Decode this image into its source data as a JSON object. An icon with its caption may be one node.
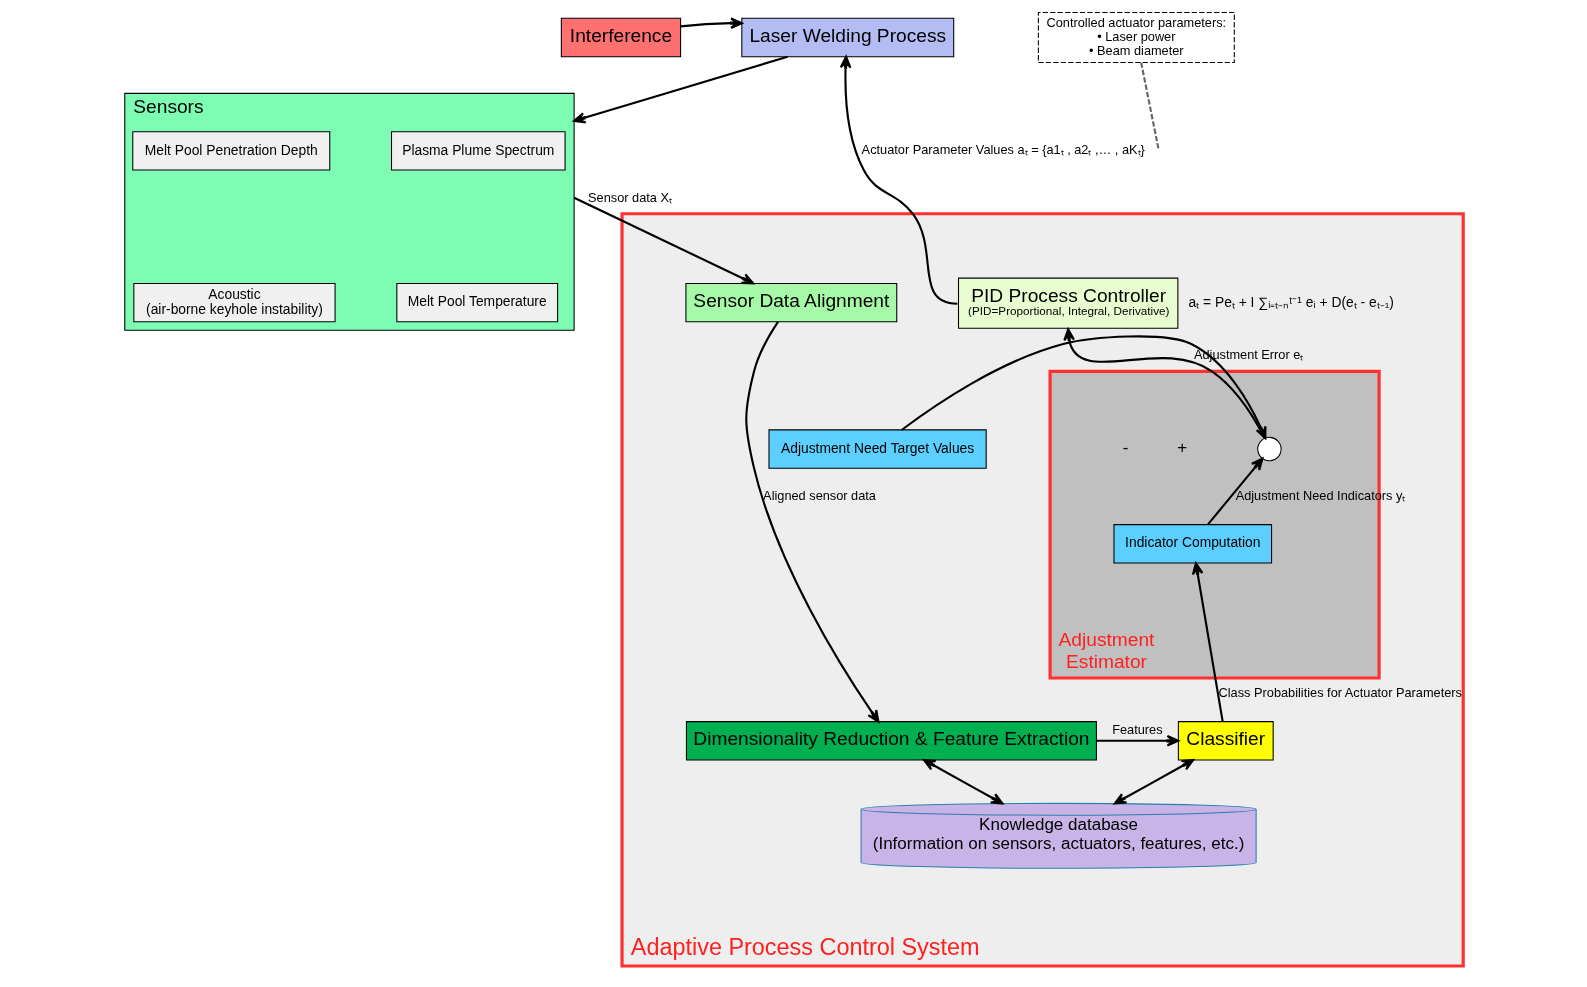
{
  "diagram": {
    "nodes": [
      {
        "text": [
          "Interference"
        ]
      },
      {
        "text": [
          "Laser Welding Process"
        ]
      },
      {
        "text": [
          "Sensors"
        ]
      },
      {
        "text": [
          "Plasma Plume Spectrum"
        ],
        "in": 2
      },
      {
        "text": [
          "Melt Pool Penetration Depth"
        ],
        "in": 2
      },
      {
        "text": [
          "Melt Pool Temperature"
        ],
        "in": 2
      },
      {
        "text": [
          "Acoustic",
          "(air-borne keyhole instability)"
        ],
        "in": 2
      },
      {
        "text": [
          "Adaptive Process Control System"
        ]
      },
      {
        "text": [
          "Sensor Data Alignment"
        ],
        "in": 7
      },
      {
        "text": [
          "Dimensionality Reduction & Feature Extraction"
        ],
        "in": 7
      },
      {
        "text": [
          "Classifier"
        ],
        "in": 7
      },
      {
        "text": [
          "Knowledge database",
          "(Information on sensors, actuators, features, etc.)"
        ],
        "in": 7
      },
      {
        "text": [
          "Adjustment Estimator"
        ],
        "in": 7
      },
      {
        "text": [
          "Indicator Computation"
        ],
        "in": 12
      },
      {
        "text": [],
        "shape": "circle",
        "in": 12
      },
      {
        "text": [
          "PID Process Controller",
          "(PID=Proportional, Integral, Derivative)"
        ],
        "in": 7,
        "beside": [
          "aₜ = Peₜ + I ∑ᵢ₌ₜ₋ₙᵗ⁻¹ eᵢ + D(eₜ - eₜ₋₁)"
        ]
      },
      {
        "text": [
          "Adjustment Need Target Values"
        ],
        "in": 7
      },
      {
        "text": [
          "Controlled actuator parameters:",
          "• Laser power",
          "• Beam diameter"
        ]
      }
    ],
    "edges": [
      {
        "from": 0,
        "to": 1,
        "arrow": "to"
      },
      {
        "from": 1,
        "to": 2,
        "arrow": "to"
      },
      {
        "from": 2,
        "to": 8,
        "arrow": "to",
        "label": "Sensor data Xₜ"
      },
      {
        "from": 8,
        "to": 9,
        "arrow": "to",
        "label": "Aligned sensor data"
      },
      {
        "from": 9,
        "to": 10,
        "arrow": "to",
        "label": "Features"
      },
      {
        "from": 9,
        "to": 11,
        "arrow": "both"
      },
      {
        "from": 10,
        "to": 11,
        "arrow": "both"
      },
      {
        "from": 10,
        "to": 13,
        "arrow": "to",
        "label": "Class Probabilities for Actuator Parameters"
      },
      {
        "from": 13,
        "to": 14,
        "arrow": "to",
        "label": "Adjustment Need Indicators yₜ"
      },
      {
        "from": 16,
        "to": 14,
        "arrow": "to"
      },
      {
        "from": 14,
        "to": 15,
        "arrow": "to",
        "label": "Adjustment Error eₜ"
      },
      {
        "from": 15,
        "to": 1,
        "arrow": "to",
        "label": "Actuator Parameter Values aₜ = {a1ₜ , a2ₜ ,… , aKₜ}"
      },
      {
        "from": 17,
        "to": null,
        "arrow": "none",
        "style": "dashed",
        "color": "#666666"
      }
    ],
    "labels": [
      "+",
      "-"
    ]
  }
}
